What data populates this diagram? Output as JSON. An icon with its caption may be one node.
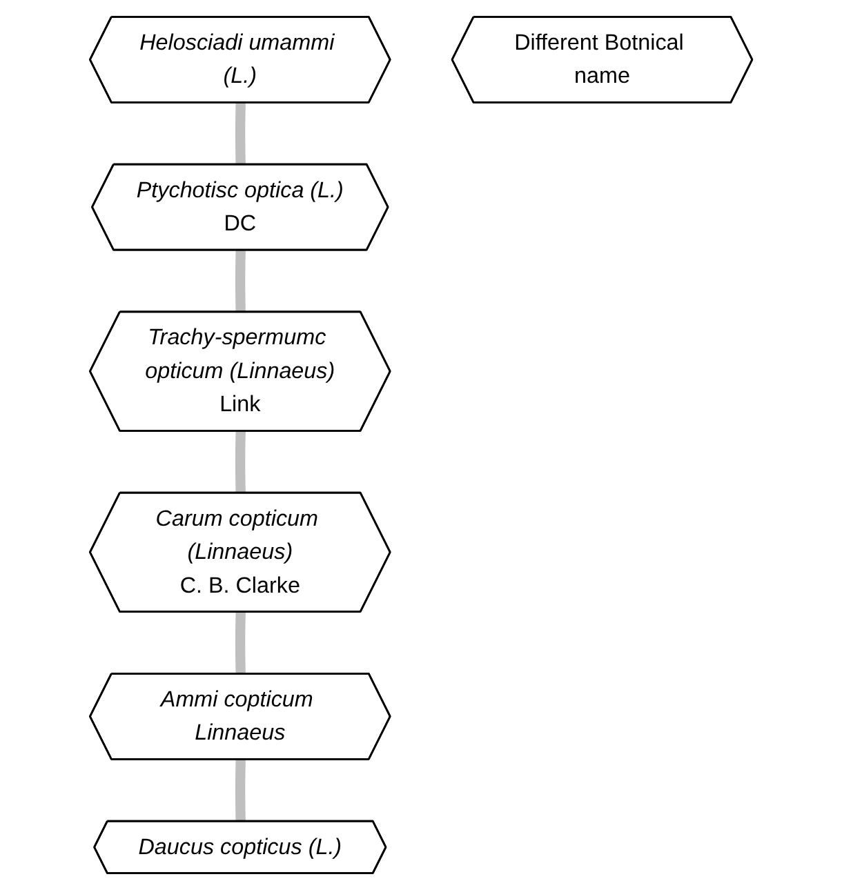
{
  "diagram": {
    "nodes": [
      {
        "text": [
          "Helosciadi umammi (L.)"
        ]
      },
      {
        "text": [
          "Daucus copticus (L.)"
        ]
      },
      {
        "text": [
          "Ptychotisc optica (L.)",
          "DC"
        ]
      },
      {
        "text": [
          "Different Botnical name"
        ]
      },
      {
        "text": [
          "Ammi copticum Linnaeus"
        ]
      },
      {
        "text": [
          "Trachy-spermumc opticum (Linnaeus)",
          "Link"
        ]
      },
      {
        "text": [
          "Carum copticum (Linnaeus)",
          "C. B. Clarke"
        ]
      }
    ],
    "edges": [
      {
        "from": 0,
        "to": 2,
        "arrow": "none"
      },
      {
        "from": 2,
        "to": 5,
        "arrow": "none"
      },
      {
        "from": 5,
        "to": 6,
        "arrow": "none"
      },
      {
        "from": 6,
        "to": 4,
        "arrow": "none"
      },
      {
        "from": 4,
        "to": 1,
        "arrow": "none"
      }
    ]
  }
}
